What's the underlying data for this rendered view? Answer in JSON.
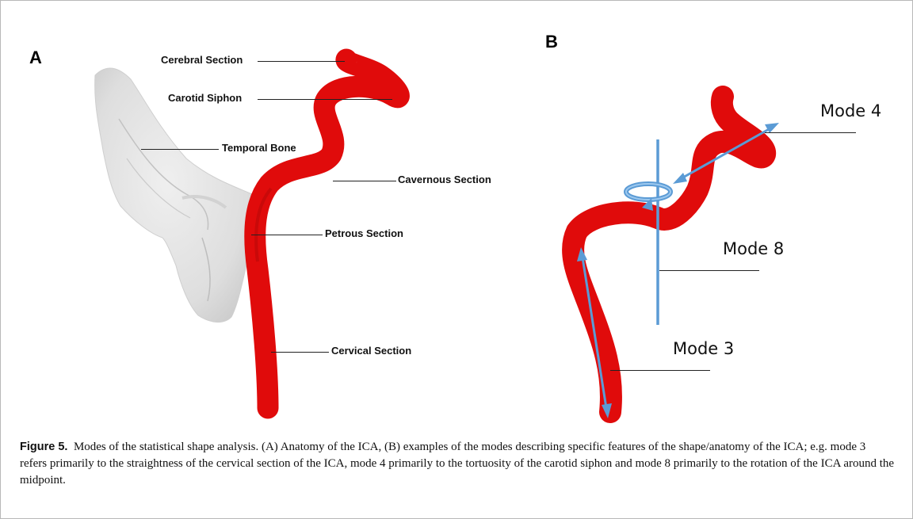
{
  "panel_a": {
    "letter": "A",
    "labels": {
      "cerebral": "Cerebral Section",
      "siphon": "Carotid Siphon",
      "temporal": "Temporal Bone",
      "cavernous": "Cavernous Section",
      "petrous": "Petrous Section",
      "cervical": "Cervical Section"
    }
  },
  "panel_b": {
    "letter": "B",
    "labels": {
      "mode4": "Mode 4",
      "mode8": "Mode 8",
      "mode3": "Mode 3"
    }
  },
  "colors": {
    "vessel": "#e00b0b",
    "bone": "#e4e4e4",
    "arrow": "#5b9bd5"
  },
  "caption": {
    "label": "Figure 5.",
    "text": "Modes of the statistical shape analysis. (A) Anatomy of the ICA, (B) examples of the modes describing specific features of the shape/anatomy of the ICA; e.g. mode 3 refers primarily to the straightness of the cervical section of the ICA, mode 4 primarily to the tortuosity of the carotid siphon and mode 8 primarily to the rotation of the ICA around the midpoint."
  }
}
